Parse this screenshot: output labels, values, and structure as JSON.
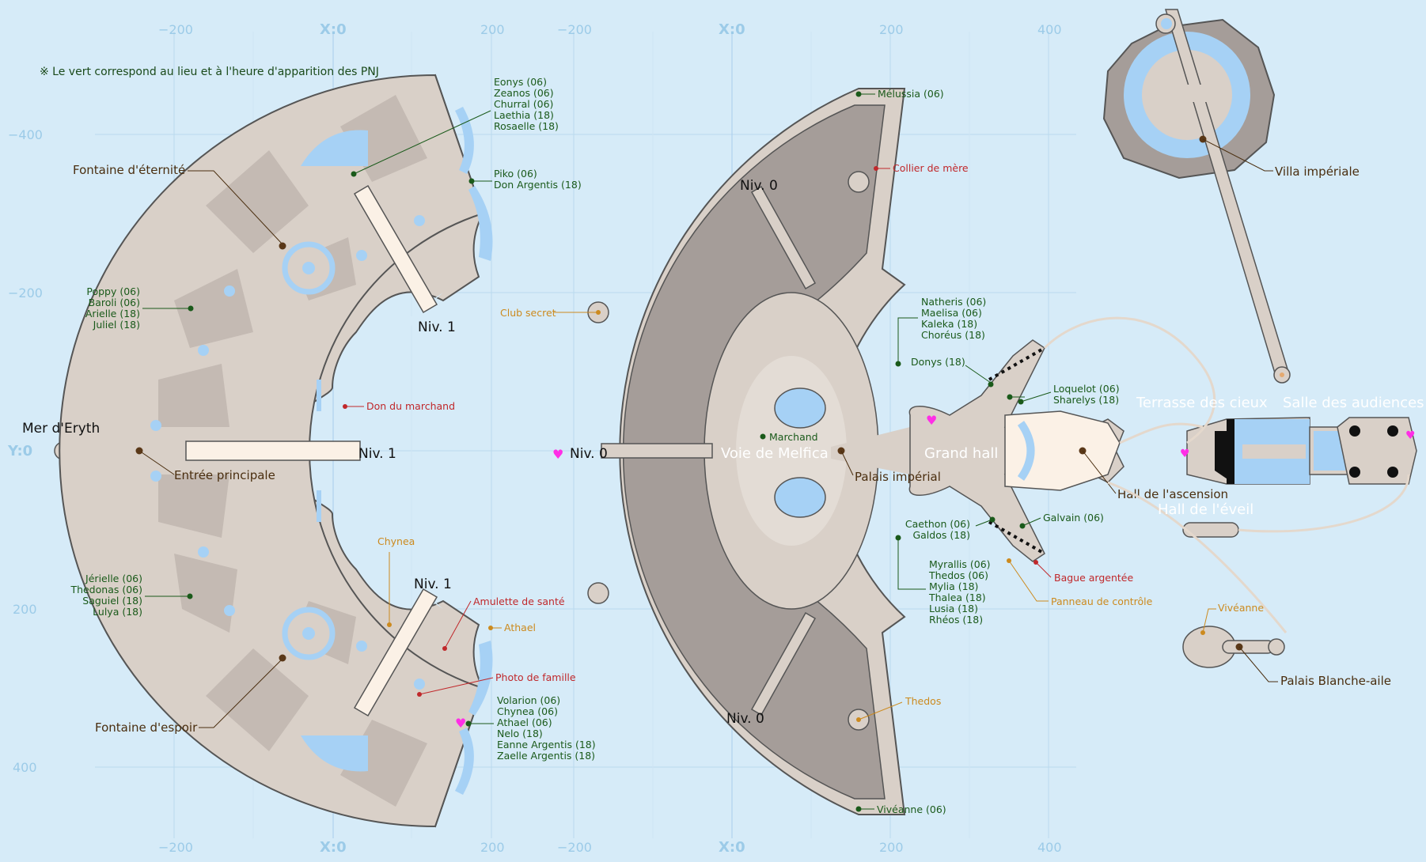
{
  "note": "※ Le vert correspond au lieu et à l'heure d'apparition des PNJ",
  "axis": {
    "top": [
      "−200",
      "X:0",
      "200",
      "−200",
      "X:0",
      "200",
      "400"
    ],
    "bottom": [
      "−200",
      "X:0",
      "200",
      "−200",
      "X:0",
      "200",
      "400"
    ],
    "left": [
      "−400",
      "−200",
      "Y:0",
      "200",
      "400"
    ]
  },
  "left_map": {
    "levels": [
      "Niv. 1",
      "Niv. 1",
      "Niv. 1"
    ],
    "places": {
      "mer": "Mer d'Eryth",
      "entree": "Entrée principale",
      "fontaine_eternite": "Fontaine d'éternité",
      "fontaine_espoir": "Fontaine d'espoir"
    },
    "npc_groups": [
      [
        "Eonys (06)",
        "Zeanos (06)",
        "Churral (06)",
        "Laethia (18)",
        "Rosaelle (18)"
      ],
      [
        "Piko (06)",
        "Don Argentis (18)"
      ],
      [
        "Poppy (06)",
        "Baroli (06)",
        "Arielle (18)",
        "Juliel (18)"
      ],
      [
        "Jérielle (06)",
        "Thedonas (06)",
        "Saguiel (18)",
        "Lulya (18)"
      ],
      [
        "Volarion (06)",
        "Chynea (06)",
        "Athael (06)",
        "Nelo (18)",
        "Eanne Argentis (18)",
        "Zaelle Argentis (18)"
      ]
    ],
    "items": {
      "don_marchand": "Don du marchand",
      "amulette": "Amulette de santé",
      "photo": "Photo de famille"
    },
    "orange": {
      "chynea": "Chynea",
      "athael": "Athael"
    }
  },
  "mid_map": {
    "levels": [
      "Niv. 0",
      "Niv. 0",
      "Niv. 0"
    ],
    "places": {
      "voie": "Voie de Melfica",
      "grand_hall": "Grand hall",
      "palais": "Palais impérial",
      "hall_ascension": "Hall de l'ascension",
      "marchand": "Marchand"
    },
    "npc_groups": [
      [
        "Mélussia (06)"
      ],
      [
        "Natheris (06)",
        "Maelisa (06)",
        "Kaleka (18)",
        "Choréus (18)"
      ],
      [
        "Donys (18)"
      ],
      [
        "Loquelot (06)",
        "Sharelys (18)"
      ],
      [
        "Caethon (06)",
        "Galdos (18)"
      ],
      [
        "Galvain (06)"
      ],
      [
        "Myrallis (06)",
        "Thedos (06)",
        "Mylia (18)",
        "Thalea (18)",
        "Lusia (18)",
        "Rhéos (18)"
      ],
      [
        "Vivéanne (06)"
      ]
    ],
    "items": {
      "collier": "Collier de mère",
      "bague": "Bague argentée"
    },
    "orange": {
      "club": "Club secret",
      "panneau": "Panneau de contrôle",
      "thedos": "Thedos",
      "viveanne": "Vivéanne"
    }
  },
  "right_map": {
    "places": {
      "villa": "Villa impériale",
      "terrasse": "Terrasse des cieux",
      "salle": "Salle des audiences",
      "hall_eveil": "Hall de l'éveil",
      "blanche_aile": "Palais Blanche-aile"
    }
  },
  "colors": {
    "background": "#d6ebf8",
    "floor": "#d9d0c8",
    "dark_floor": "#a59d99",
    "water": "#a6d1f5",
    "npc_green": "#1a5a1a",
    "item_red": "#c0282b",
    "orange": "#cc8a1e",
    "heart": "#ff2ee6"
  }
}
